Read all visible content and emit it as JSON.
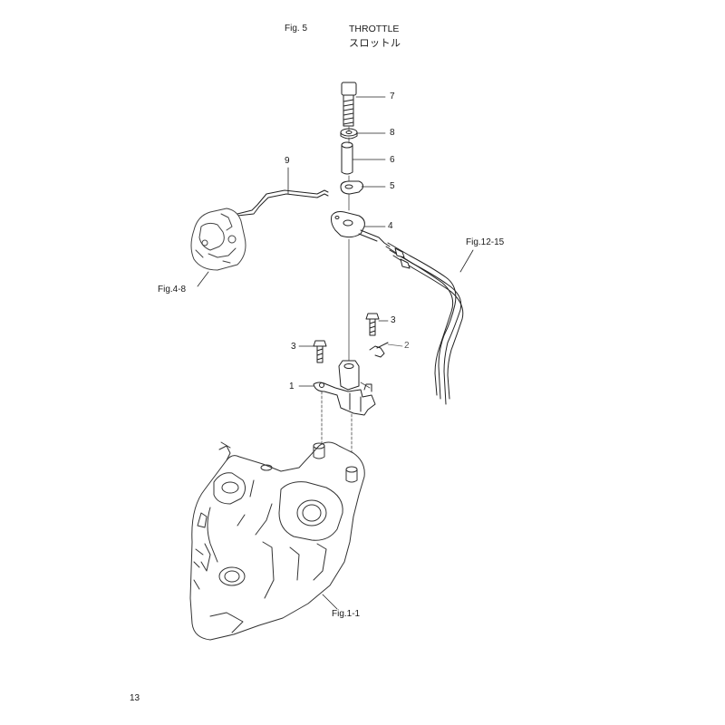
{
  "header": {
    "figure_number": "Fig. 5",
    "title": "THROTTLE",
    "subtitle": "スロットル"
  },
  "callouts": [
    "1",
    "2",
    "3",
    "3",
    "4",
    "5",
    "6",
    "7",
    "8",
    "9"
  ],
  "references": {
    "carburetor": "Fig.4-8",
    "cable": "Fig.12-15",
    "crankcase": "Fig.1-1"
  },
  "footer": {
    "page_number": "13"
  }
}
